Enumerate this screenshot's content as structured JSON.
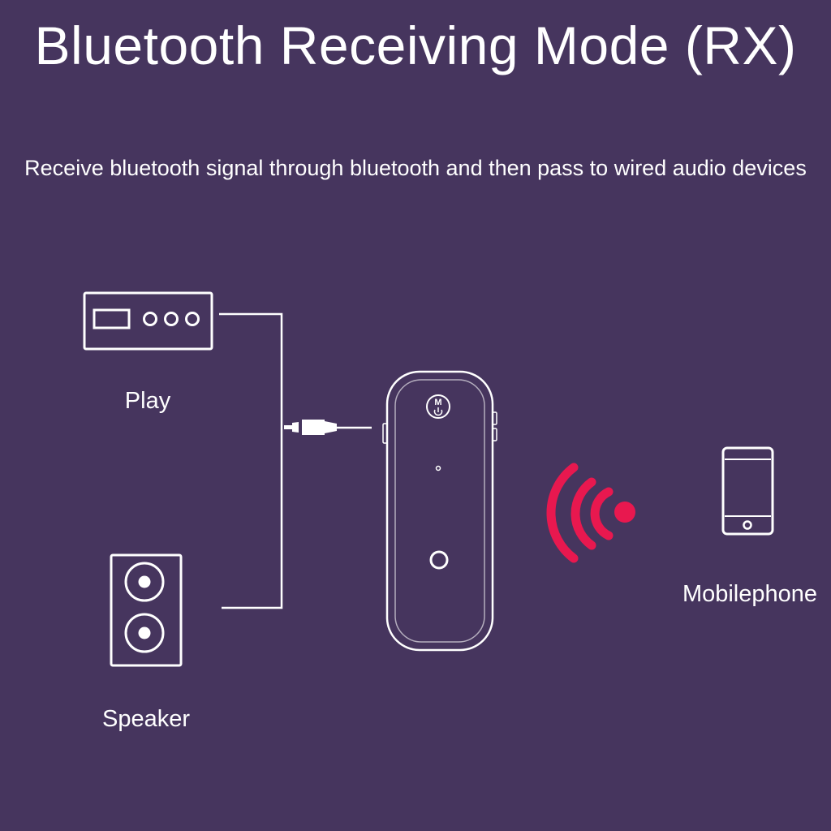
{
  "header": {
    "title": "Bluetooth Receiving Mode (RX)",
    "description": "Receive bluetooth signal through bluetooth and then pass to wired audio devices"
  },
  "devices": {
    "play_label": "Play",
    "speaker_label": "Speaker",
    "mobile_label": "Mobilephone"
  },
  "icons": {
    "player": "audio-player-icon",
    "speaker": "speaker-icon",
    "jack": "audio-jack-icon",
    "receiver": "bluetooth-receiver-icon",
    "signal": "wireless-signal-icon",
    "phone": "mobile-phone-icon"
  },
  "colors": {
    "background": "#46355e",
    "line": "#ffffff",
    "signal": "#e8184f"
  }
}
